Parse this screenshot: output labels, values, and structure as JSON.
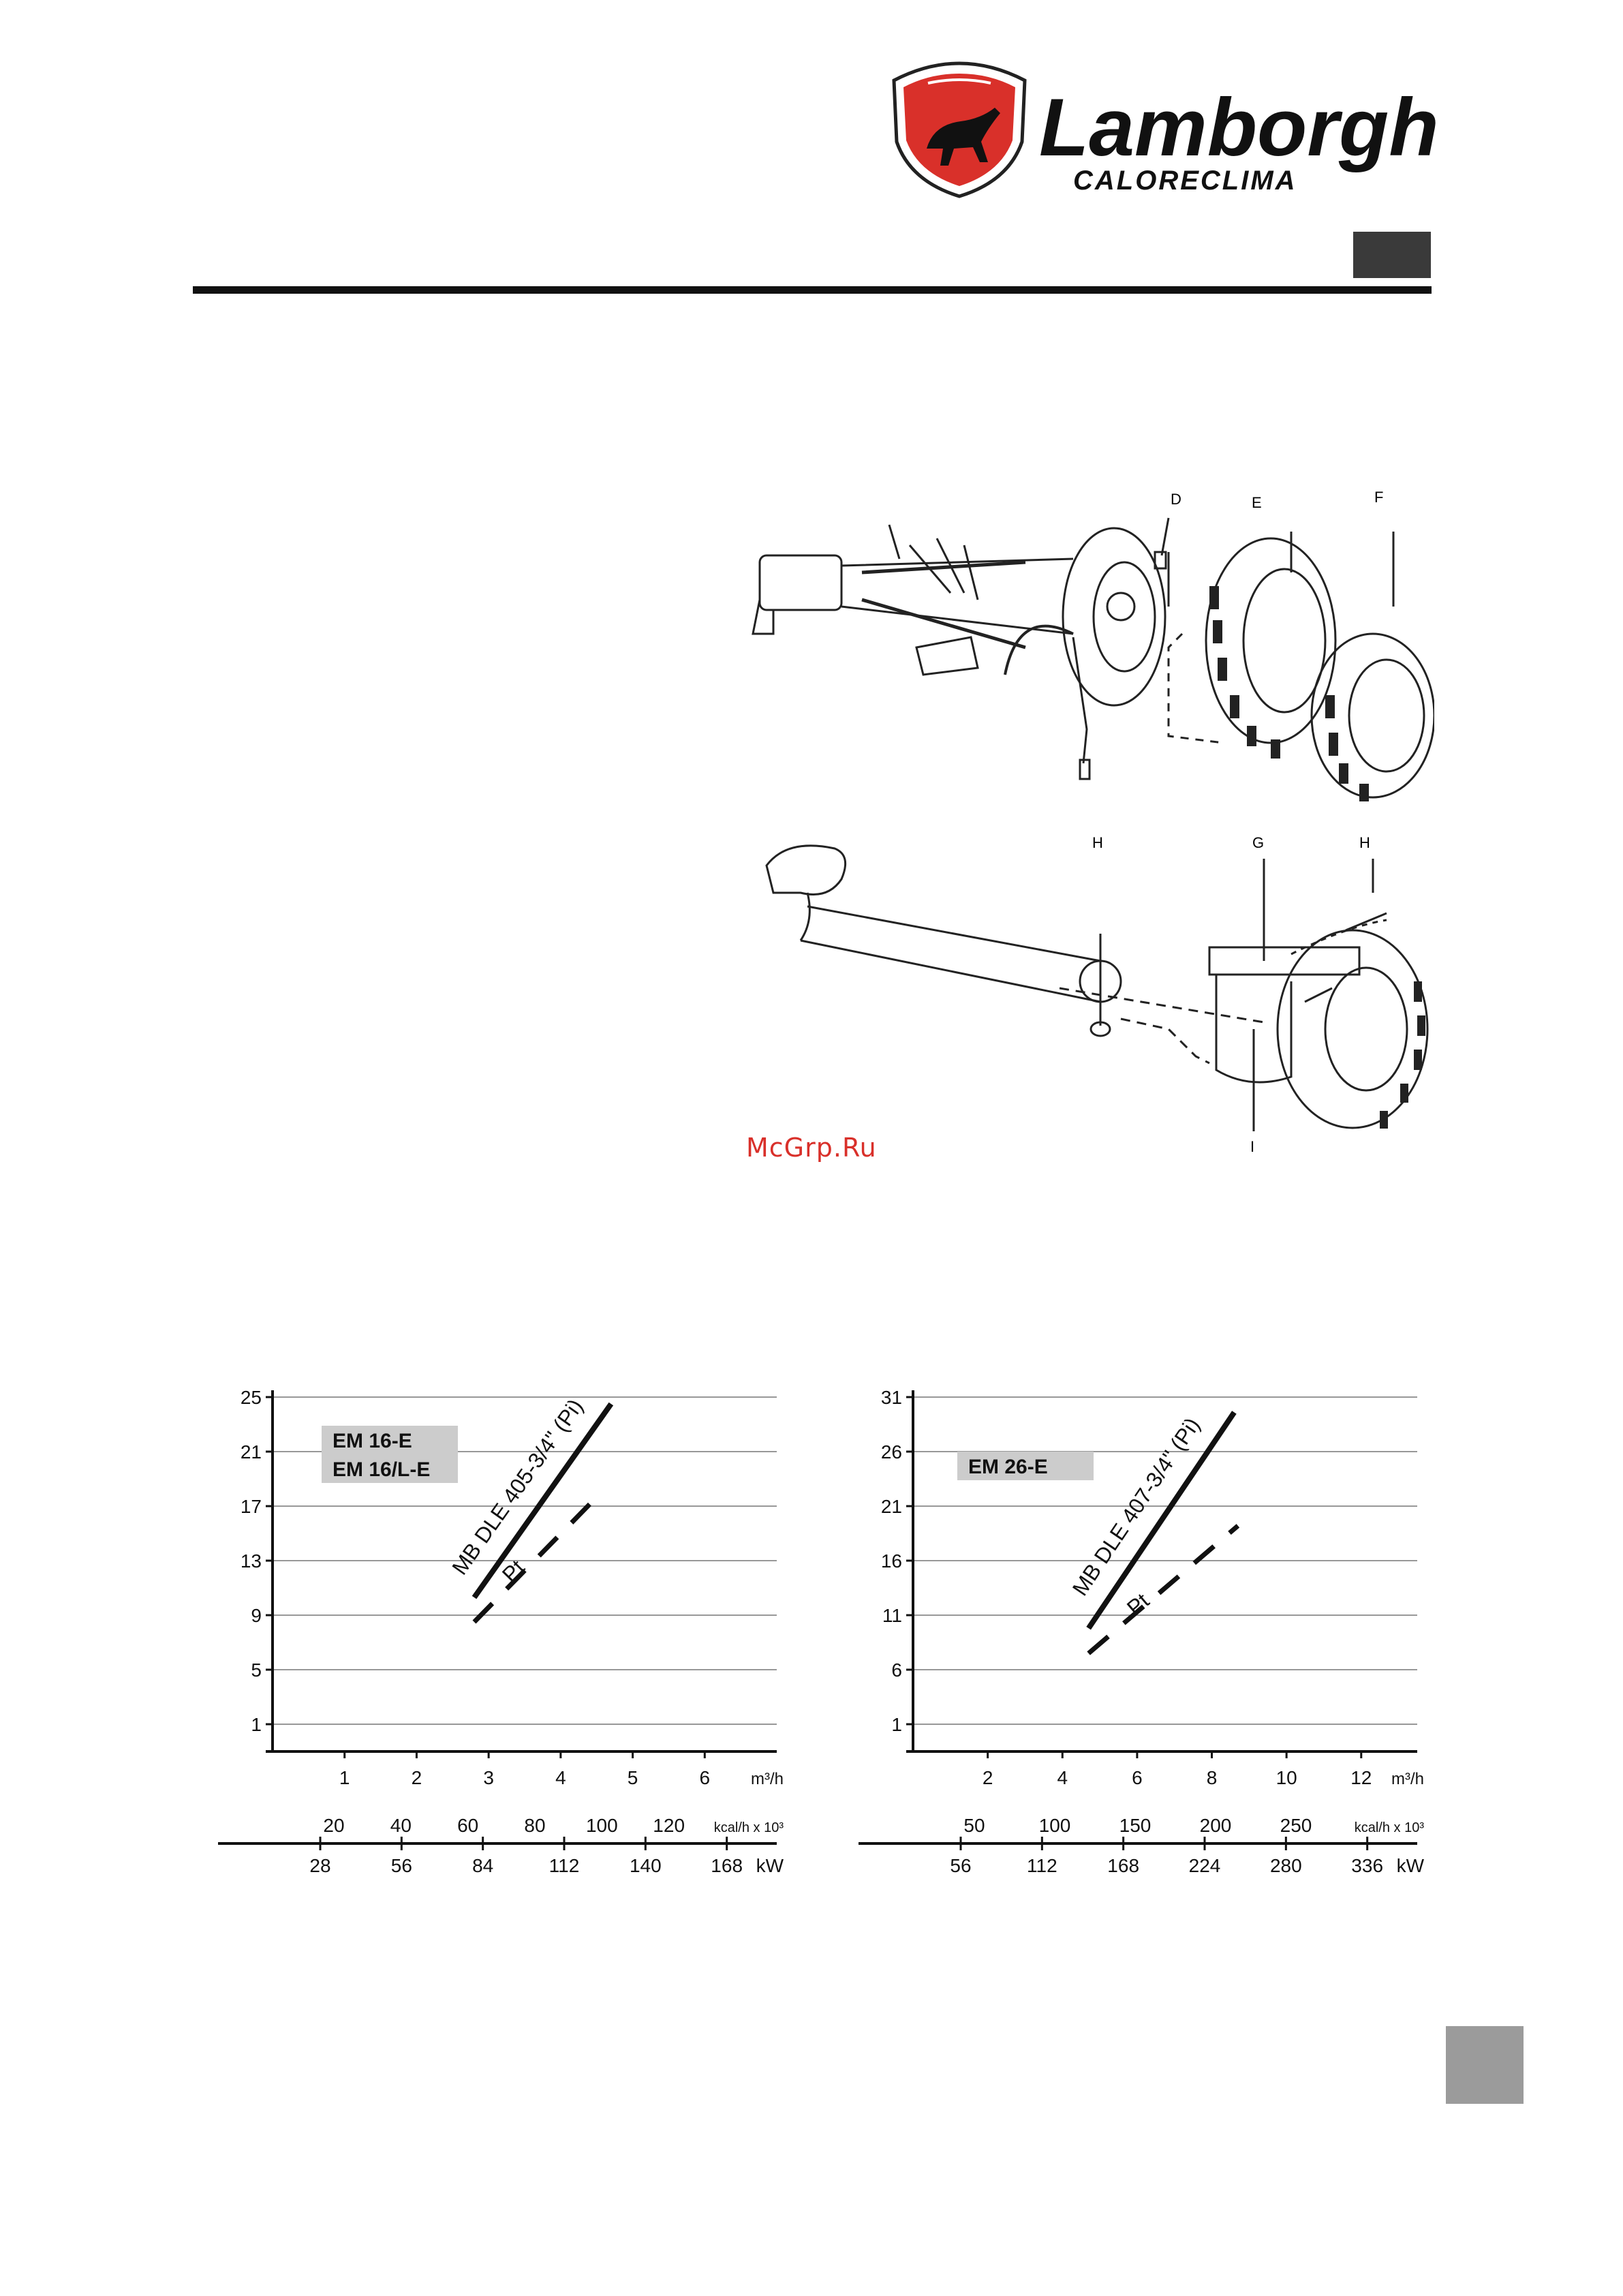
{
  "brand": {
    "name": "Lamborghini",
    "subname": "CALORECLIMA",
    "logo_icon": "bull-shield-icon"
  },
  "drawing_labels": {
    "top": [
      "D",
      "E",
      "F"
    ],
    "bottom": [
      "H",
      "G",
      "H",
      "I"
    ]
  },
  "watermark": "McGrp.Ru",
  "colors": {
    "logo_red": "#d9302a",
    "header_box": "#3a3a3a",
    "page_tab": "#9b9b9b",
    "label_bg": "#cccccc",
    "watermark": "#d9302a"
  },
  "chart_data": [
    {
      "type": "line",
      "labels": [
        "EM 16-E",
        "EM 16/L-E"
      ],
      "y_ticks": [
        1,
        5,
        9,
        13,
        17,
        21,
        25
      ],
      "ylim": [
        -1,
        25
      ],
      "x_ticks": [
        1,
        2,
        3,
        4,
        5,
        6
      ],
      "xlim": [
        0,
        7
      ],
      "x_unit": "m³/h",
      "kcal_ticks": [
        20,
        40,
        60,
        80,
        100,
        120
      ],
      "kcal_unit": "kcal/h x 10³",
      "kw_ticks": [
        28,
        56,
        84,
        112,
        140,
        168
      ],
      "kw_unit": "kW",
      "series": [
        {
          "name": "MB DLE 405-3/4\" (Pi)",
          "style": "solid",
          "x": [
            2.8,
            4.7
          ],
          "y": [
            10.3,
            24.5
          ]
        },
        {
          "name": "Pt",
          "style": "dashed",
          "x": [
            2.8,
            4.6
          ],
          "y": [
            8.5,
            18.2
          ]
        }
      ]
    },
    {
      "type": "line",
      "labels": [
        "EM 26-E"
      ],
      "y_ticks": [
        1,
        6,
        11,
        16,
        21,
        26,
        31
      ],
      "ylim": [
        -1.5,
        31
      ],
      "x_ticks": [
        2,
        4,
        6,
        8,
        10,
        12
      ],
      "xlim": [
        0,
        13.5
      ],
      "x_unit": "m³/h",
      "kcal_ticks": [
        50,
        100,
        150,
        200,
        250
      ],
      "kcal_unit": "kcal/h x 10³",
      "kw_ticks": [
        56,
        112,
        168,
        224,
        280,
        336
      ],
      "kw_unit": "kW",
      "series": [
        {
          "name": "MB DLE 407-3/4\" (Pi)",
          "style": "solid",
          "x": [
            4.7,
            8.6
          ],
          "y": [
            9.8,
            29.6
          ]
        },
        {
          "name": "Pt",
          "style": "dashed",
          "x": [
            4.7,
            8.7
          ],
          "y": [
            7.5,
            19.2
          ]
        }
      ]
    }
  ]
}
